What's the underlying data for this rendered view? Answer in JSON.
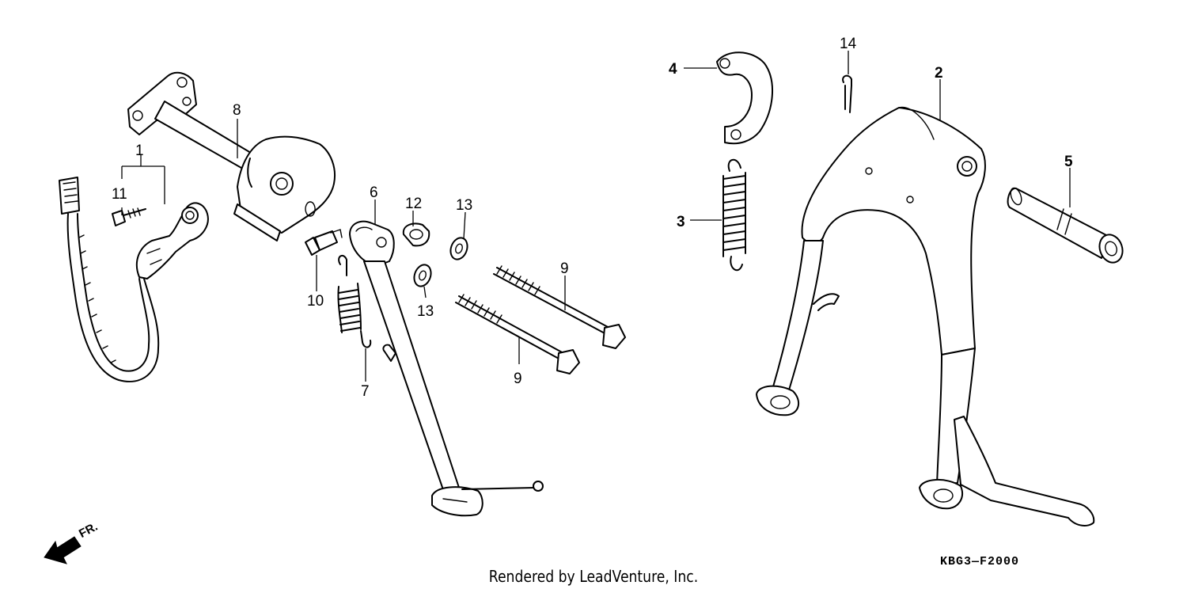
{
  "callouts": {
    "c1": "1",
    "c2": "2",
    "c3": "3",
    "c4": "4",
    "c5": "5",
    "c6": "6",
    "c7": "7",
    "c8": "8",
    "c9a": "9",
    "c9b": "9",
    "c10": "10",
    "c11": "11",
    "c12": "12",
    "c13a": "13",
    "c13b": "13",
    "c14": "14"
  },
  "front_label": "FR.",
  "diagram_code": "KBG3—F2000",
  "render_credit": "Rendered by LeadVenture, Inc."
}
